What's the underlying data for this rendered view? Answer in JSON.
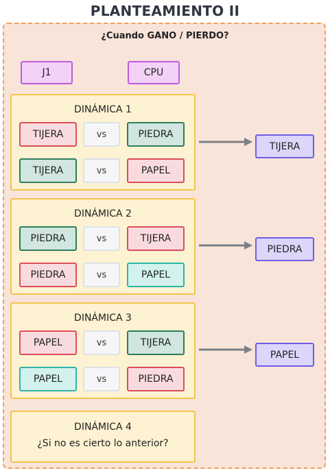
{
  "title": "PLANTEAMIENTO II",
  "question": "¿Cuando GANO / PIERDO?",
  "players": [
    "J1",
    "CPU"
  ],
  "dynamics": [
    {
      "title": "DINÁMICA 1",
      "rows": [
        {
          "left": "TIJERA",
          "vs": "vs",
          "right": "PIEDRA"
        },
        {
          "left": "TIJERA",
          "vs": "vs",
          "right": "PAPEL"
        }
      ],
      "result": "TIJERA"
    },
    {
      "title": "DINÁMICA 2",
      "rows": [
        {
          "left": "PIEDRA",
          "vs": "vs",
          "right": "TIJERA"
        },
        {
          "left": "PIEDRA",
          "vs": "vs",
          "right": "PAPEL"
        }
      ],
      "result": "PIEDRA"
    },
    {
      "title": "DINÁMICA 3",
      "rows": [
        {
          "left": "PAPEL",
          "vs": "vs",
          "right": "TIJERA"
        },
        {
          "left": "PAPEL",
          "vs": "vs",
          "right": "PIEDRA"
        }
      ],
      "result": "PAPEL"
    },
    {
      "title": "DINÁMICA 4",
      "subtitle": "¿Si no es cierto lo anterior?"
    }
  ],
  "colors": {
    "lose_fill": "#f9dbdf",
    "lose_stroke": "#dc4b5a",
    "win_fill": "#d0e6df",
    "win_stroke": "#2d7d5c",
    "tie_fill": "#d3f2ee",
    "tie_stroke": "#2cb5a6",
    "player_fill": "#f2d2f6",
    "player_stroke": "#c05ae0",
    "result_fill": "#dcd6fa",
    "result_stroke": "#6f5ce6",
    "dynamic_fill": "#fdf2d2",
    "dynamic_stroke": "#f5c44a",
    "frame_fill": "#f9e4da",
    "frame_stroke": "#f0a05a",
    "arrow": "#7a7f86"
  }
}
